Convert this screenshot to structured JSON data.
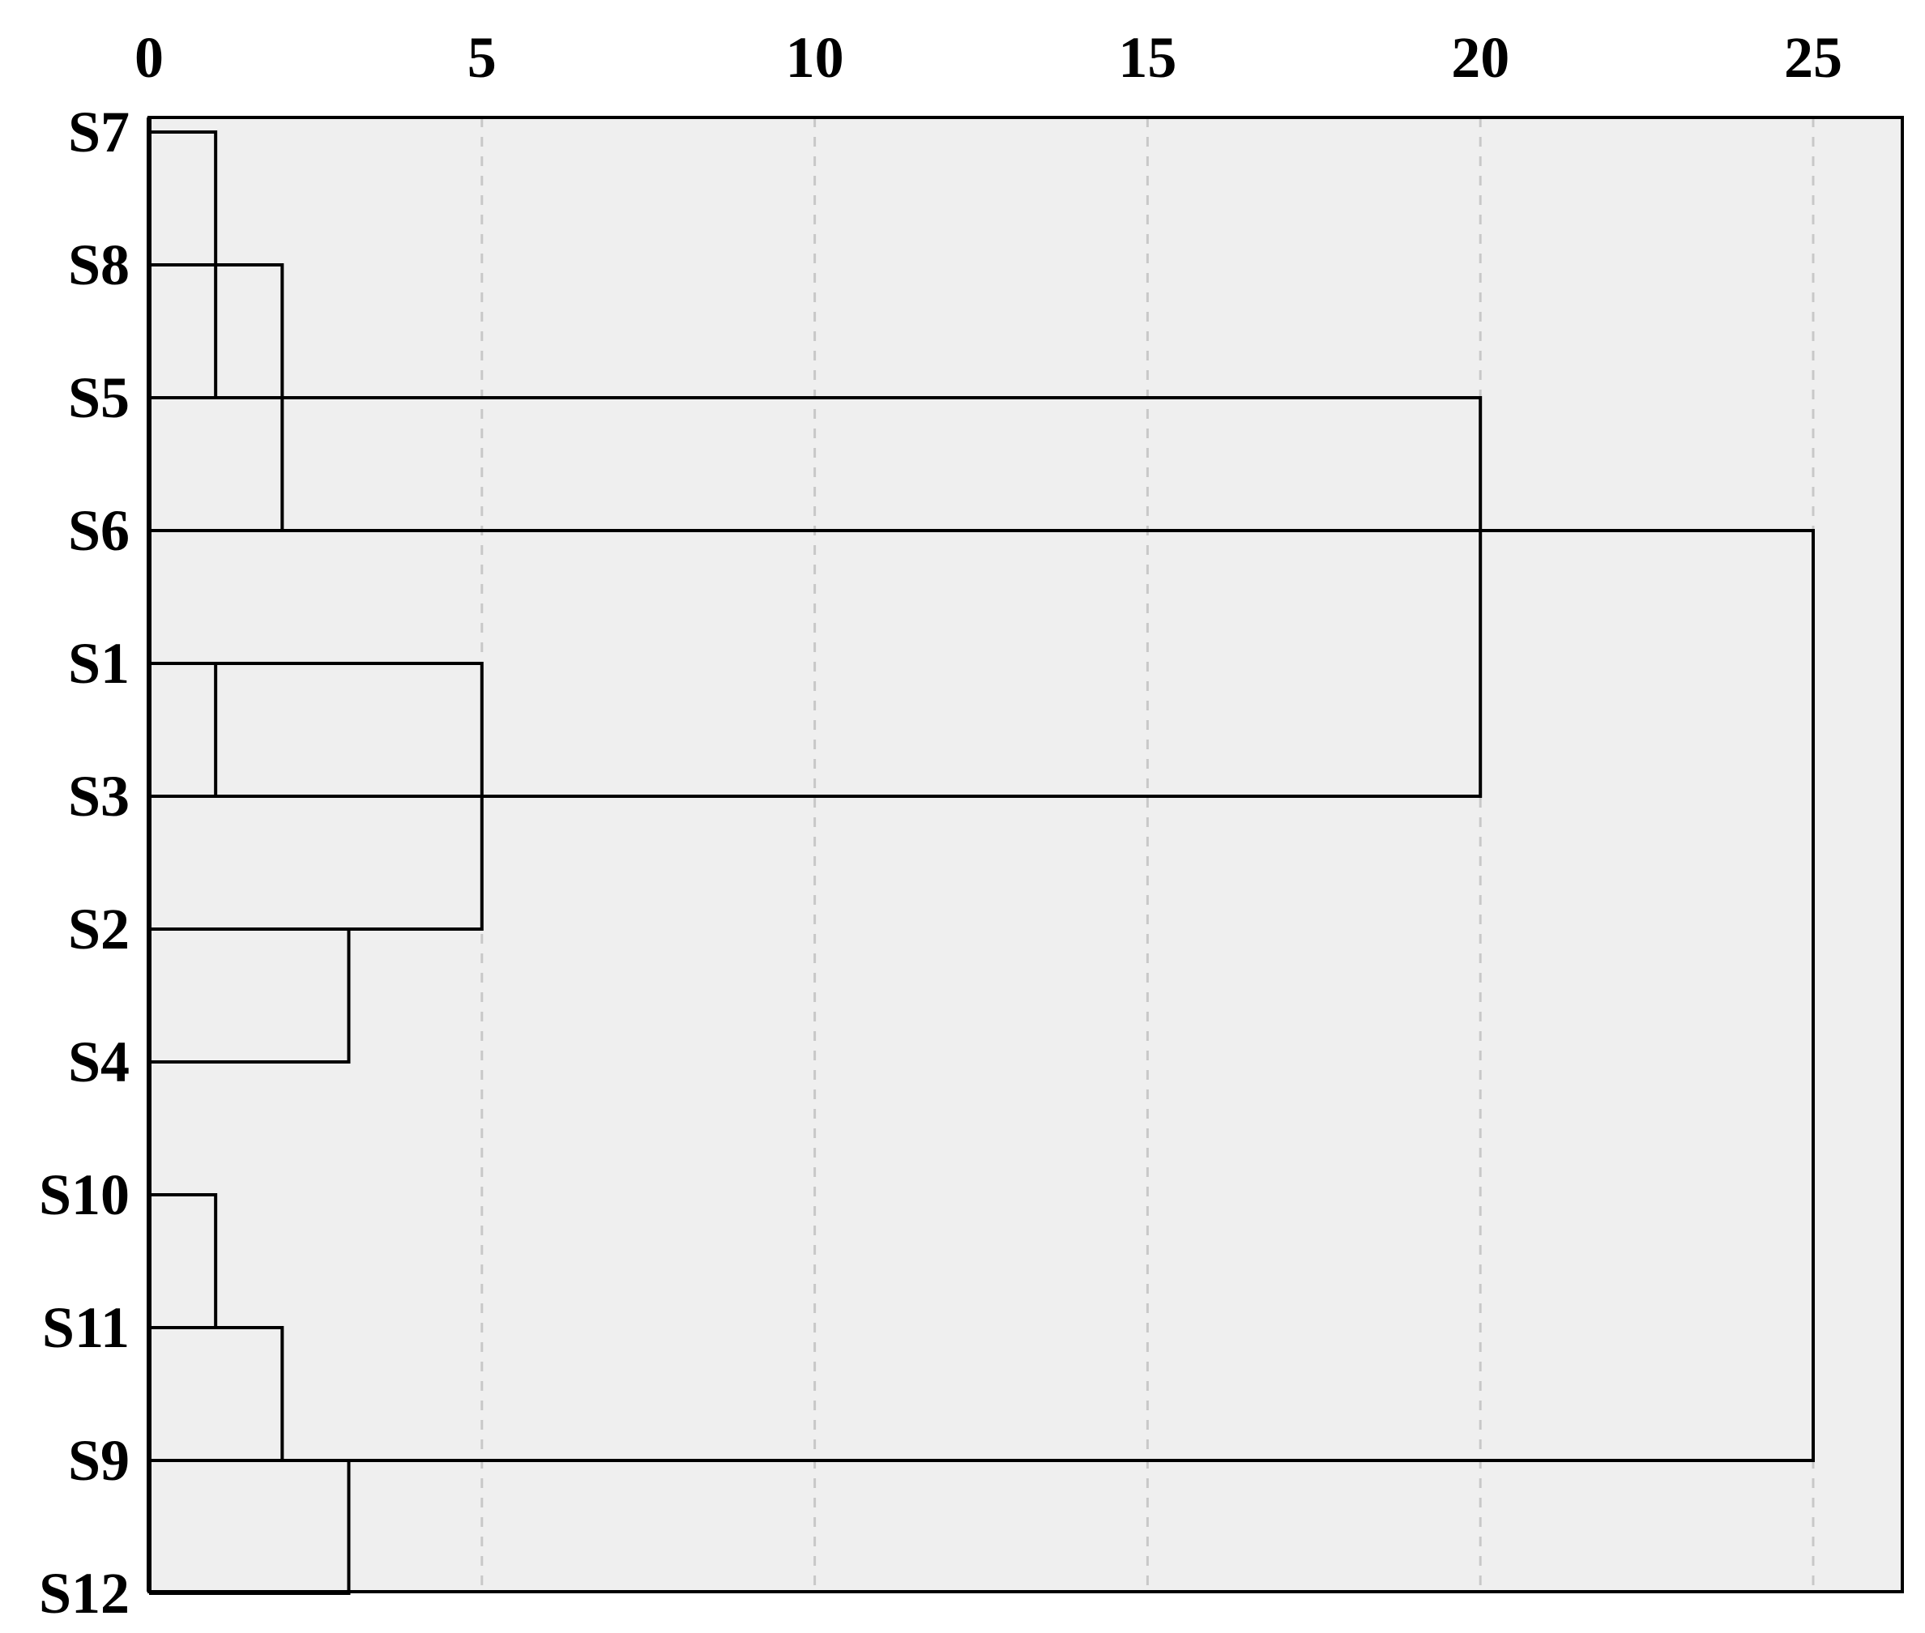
{
  "chart_data": {
    "type": "dendrogram",
    "x_axis": {
      "position": "top",
      "ticks": [
        0,
        5,
        10,
        15,
        20,
        25
      ],
      "tick_labels": [
        "0",
        "5",
        "10",
        "15",
        "20",
        "25"
      ],
      "range": [
        0,
        26.3
      ],
      "grid": "dashed vertical"
    },
    "leaves": [
      "S7",
      "S8",
      "S5",
      "S6",
      "S1",
      "S3",
      "S2",
      "S4",
      "S10",
      "S11",
      "S9",
      "S12"
    ],
    "merges": [
      {
        "id": "m1",
        "children": [
          "S7",
          "S5"
        ],
        "distance": 1
      },
      {
        "id": "m2",
        "children": [
          "S8",
          "S6"
        ],
        "distance": 2
      },
      {
        "id": "m3",
        "children": [
          "S1",
          "S3"
        ],
        "distance": 1
      },
      {
        "id": "m4",
        "children": [
          "S2",
          "S4"
        ],
        "distance": 3
      },
      {
        "id": "m5",
        "children": [
          "S1",
          "S2"
        ],
        "distance": 5
      },
      {
        "id": "m6",
        "children": [
          "S5",
          "S3"
        ],
        "distance": 20
      },
      {
        "id": "m7",
        "children": [
          "S10",
          "S11"
        ],
        "distance": 1
      },
      {
        "id": "m8",
        "children": [
          "S11",
          "S9"
        ],
        "distance": 2
      },
      {
        "id": "m9",
        "children": [
          "S9",
          "S12"
        ],
        "distance": 3
      },
      {
        "id": "m10",
        "children": [
          "S6",
          "S9"
        ],
        "distance": 25
      }
    ],
    "colors": {
      "plot_background": "#efefef",
      "line": "#000000",
      "grid": "#c8c8c8"
    }
  }
}
